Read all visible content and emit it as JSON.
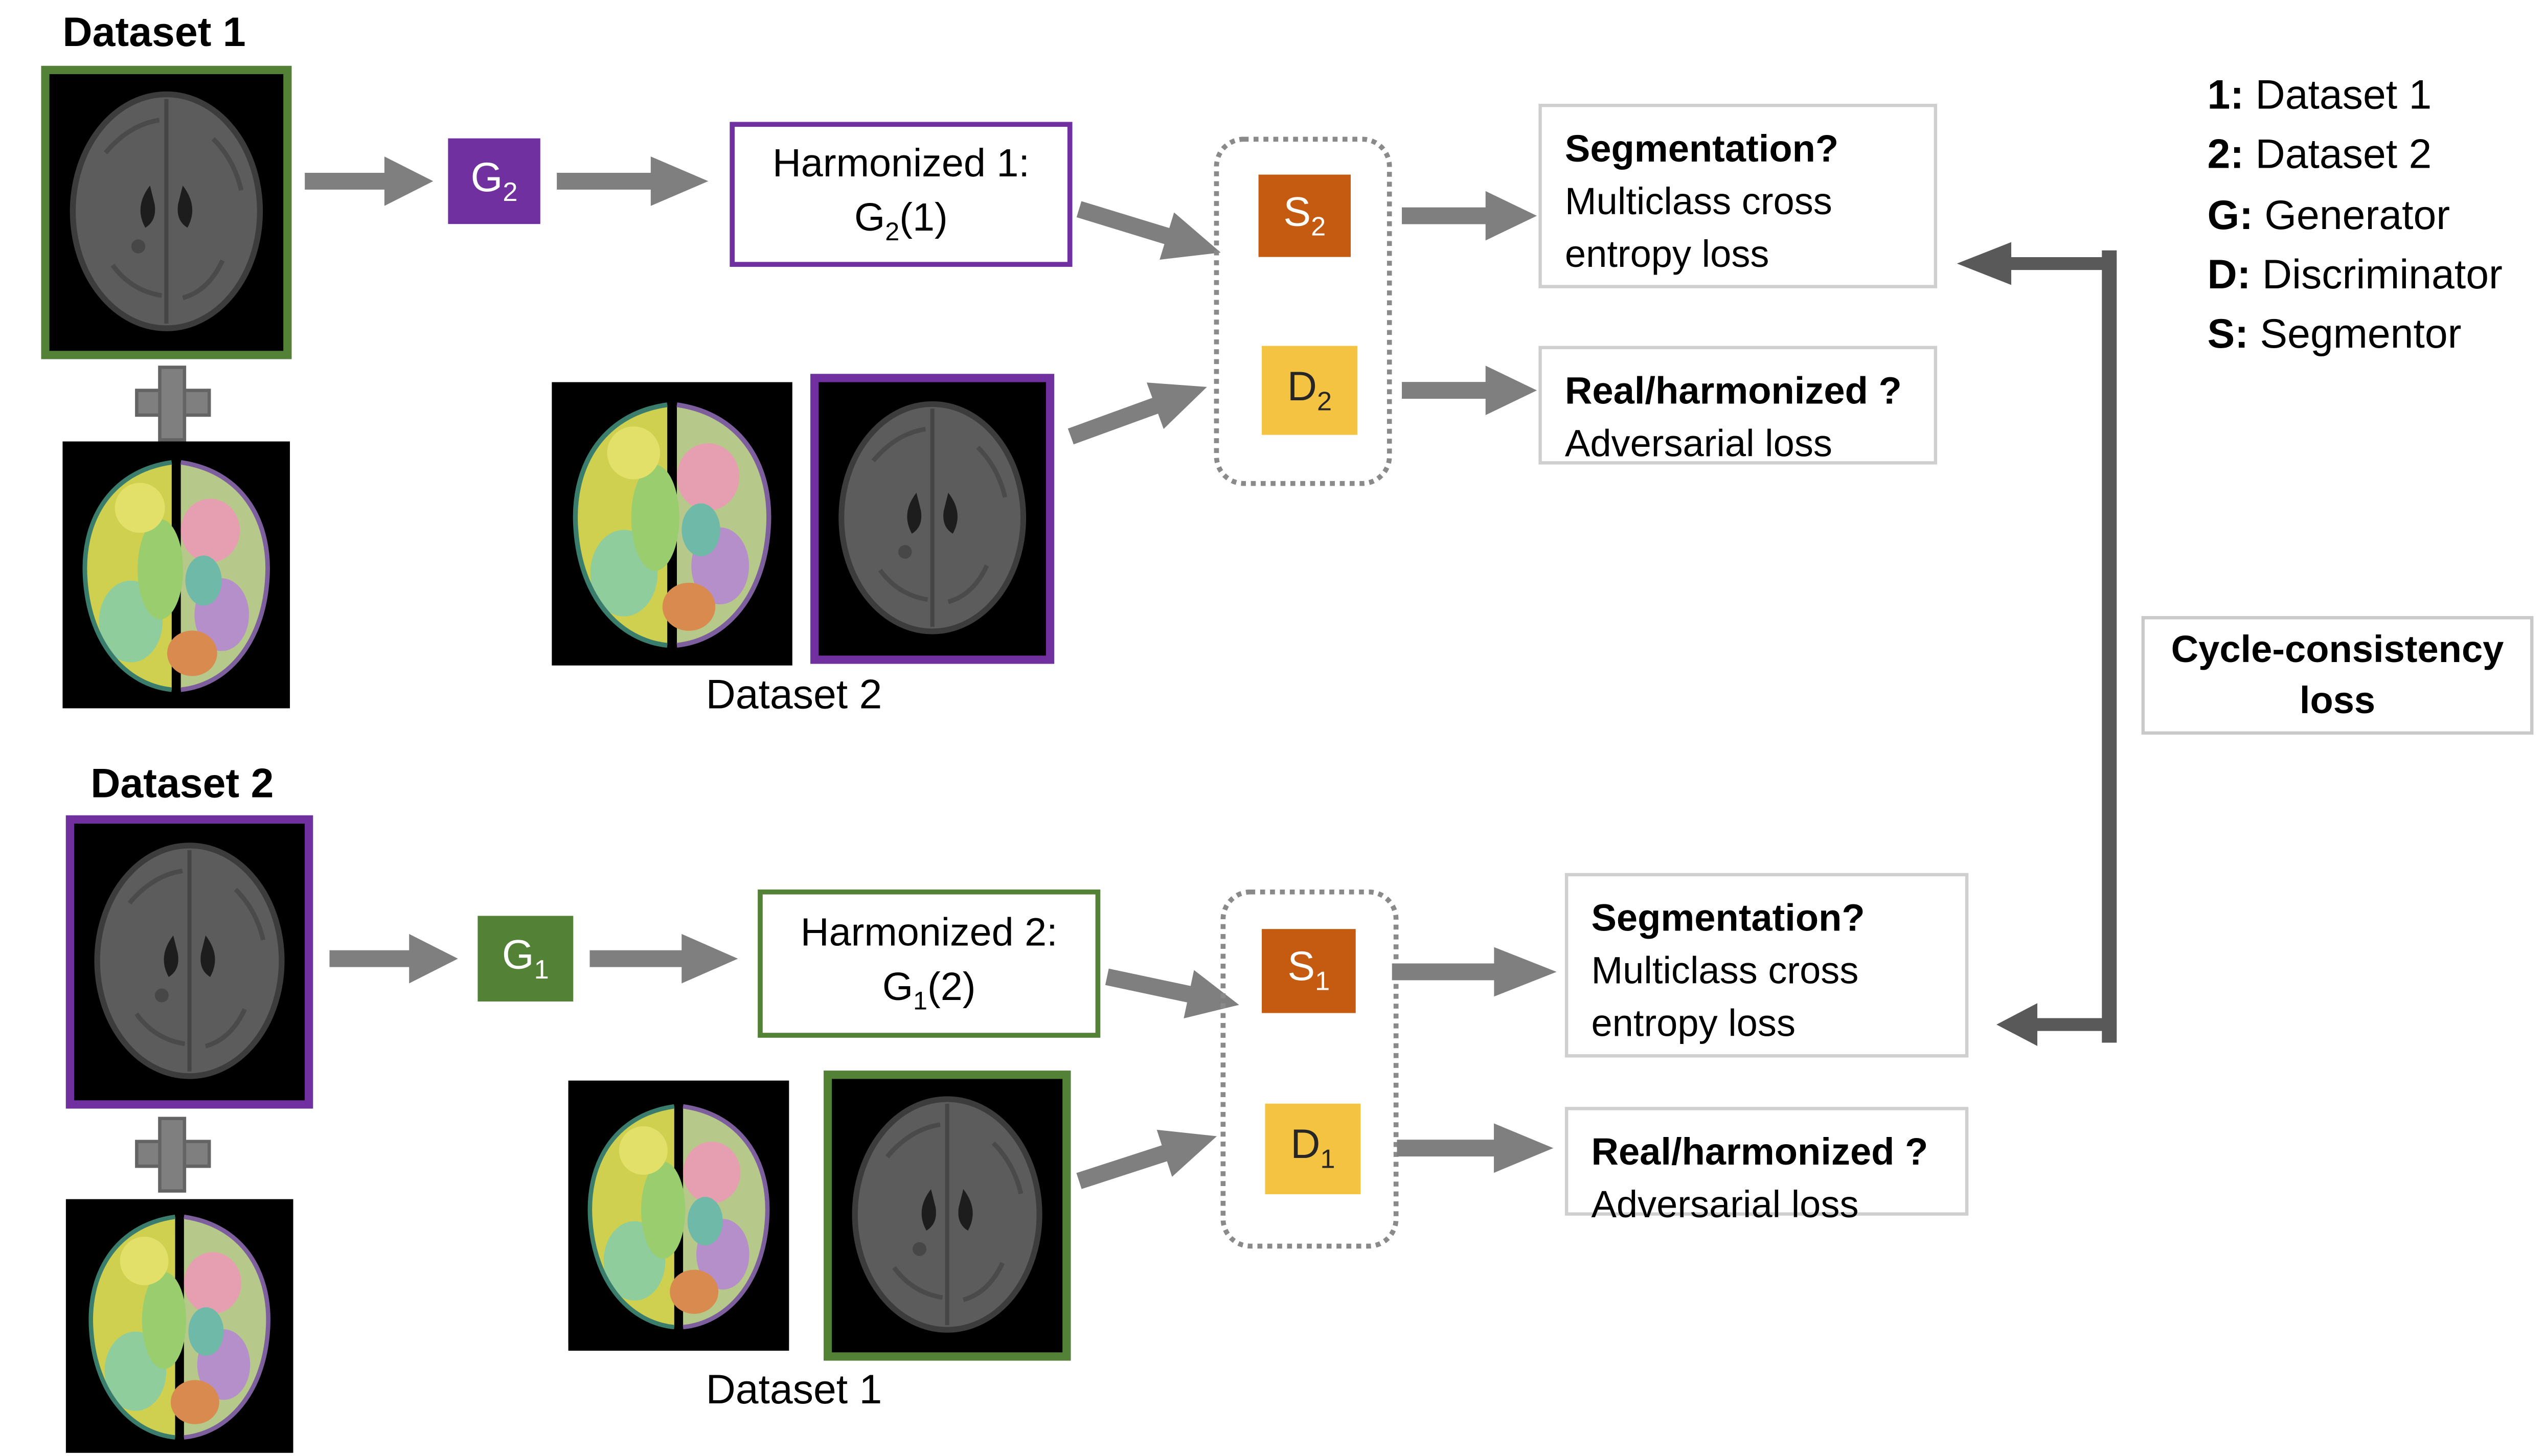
{
  "legend": {
    "items": [
      {
        "key": "1:",
        "label": "Dataset 1"
      },
      {
        "key": "2:",
        "label": "Dataset 2"
      },
      {
        "key": "G:",
        "label": "Generator"
      },
      {
        "key": "D:",
        "label": "Discriminator"
      },
      {
        "key": "S:",
        "label": "Segmentor"
      }
    ]
  },
  "top": {
    "input_title": "Dataset 1",
    "generator": {
      "base": "G",
      "sub": "2"
    },
    "harmonized": {
      "title": "Harmonized 1:",
      "base": "G",
      "sub": "2",
      "tail": "(1)"
    },
    "segmentor": {
      "base": "S",
      "sub": "2"
    },
    "discriminator": {
      "base": "D",
      "sub": "2"
    },
    "seg_loss": {
      "title": "Segmentation?",
      "body": "Multiclass cross entropy loss"
    },
    "adv_loss": {
      "title": "Real/harmonized ?",
      "body": "Adversarial loss"
    },
    "pair_label": "Dataset 2"
  },
  "bottom": {
    "input_title": "Dataset 2",
    "generator": {
      "base": "G",
      "sub": "1"
    },
    "harmonized": {
      "title": "Harmonized 2:",
      "base": "G",
      "sub": "1",
      "tail": "(2)"
    },
    "segmentor": {
      "base": "S",
      "sub": "1"
    },
    "discriminator": {
      "base": "D",
      "sub": "1"
    },
    "seg_loss": {
      "title": "Segmentation?",
      "body": "Multiclass cross entropy loss"
    },
    "adv_loss": {
      "title": "Real/harmonized ?",
      "body": "Adversarial loss"
    },
    "pair_label": "Dataset 1"
  },
  "cycle_loss": {
    "label": "Cycle-consistency loss"
  },
  "colors": {
    "generator_g2": "#7030A0",
    "generator_g1": "#538135",
    "segmentor": "#C55A11",
    "discriminator": "#F5C342",
    "dataset1_border": "#538135",
    "dataset2_border": "#7030A0",
    "arrow_gray": "#7F7F7F",
    "cycle_arrow": "#595959"
  }
}
